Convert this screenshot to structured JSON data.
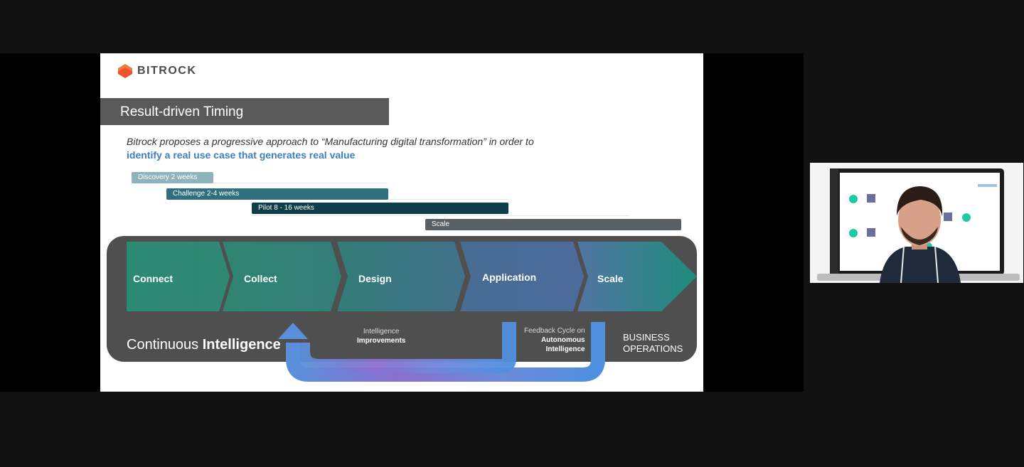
{
  "slide": {
    "logo_text": "BITROCK",
    "title": "Result-driven Timing",
    "subtitle_line1": "Bitrock  proposes a progressive approach to “Manufacturing digital transformation”  in order to",
    "subtitle_line2": "identify a real use case that generates real value",
    "phases": [
      {
        "label": "Discovery 2 weeks",
        "color": "#8fb3bd"
      },
      {
        "label": "Challenge 2-4 weeks",
        "color": "#2f6f7e"
      },
      {
        "label": "Pilot  8 - 16 weeks",
        "color": "#0d3e4a"
      },
      {
        "label": "Scale",
        "color": "#5a5f63"
      }
    ],
    "stages": [
      "Connect",
      "Collect",
      "Design",
      "Application",
      "Scale"
    ],
    "continuous": {
      "light": "Continuous ",
      "bold": "Intelligence"
    },
    "intelligence_note": {
      "line1": "Intelligence",
      "line2": "Improvements"
    },
    "feedback_note": {
      "line1": "Feedback Cycle on",
      "line2": "Autonomous",
      "line3": "Intelligence"
    },
    "business_ops": {
      "line1": "BUSINESS",
      "line2": "OPERATIONS"
    }
  },
  "colors": {
    "accent_blue": "#3d7fc1",
    "logo_orange": "#f0552b",
    "panel_gray": "#4f4f4f",
    "title_bar": "#595959"
  }
}
